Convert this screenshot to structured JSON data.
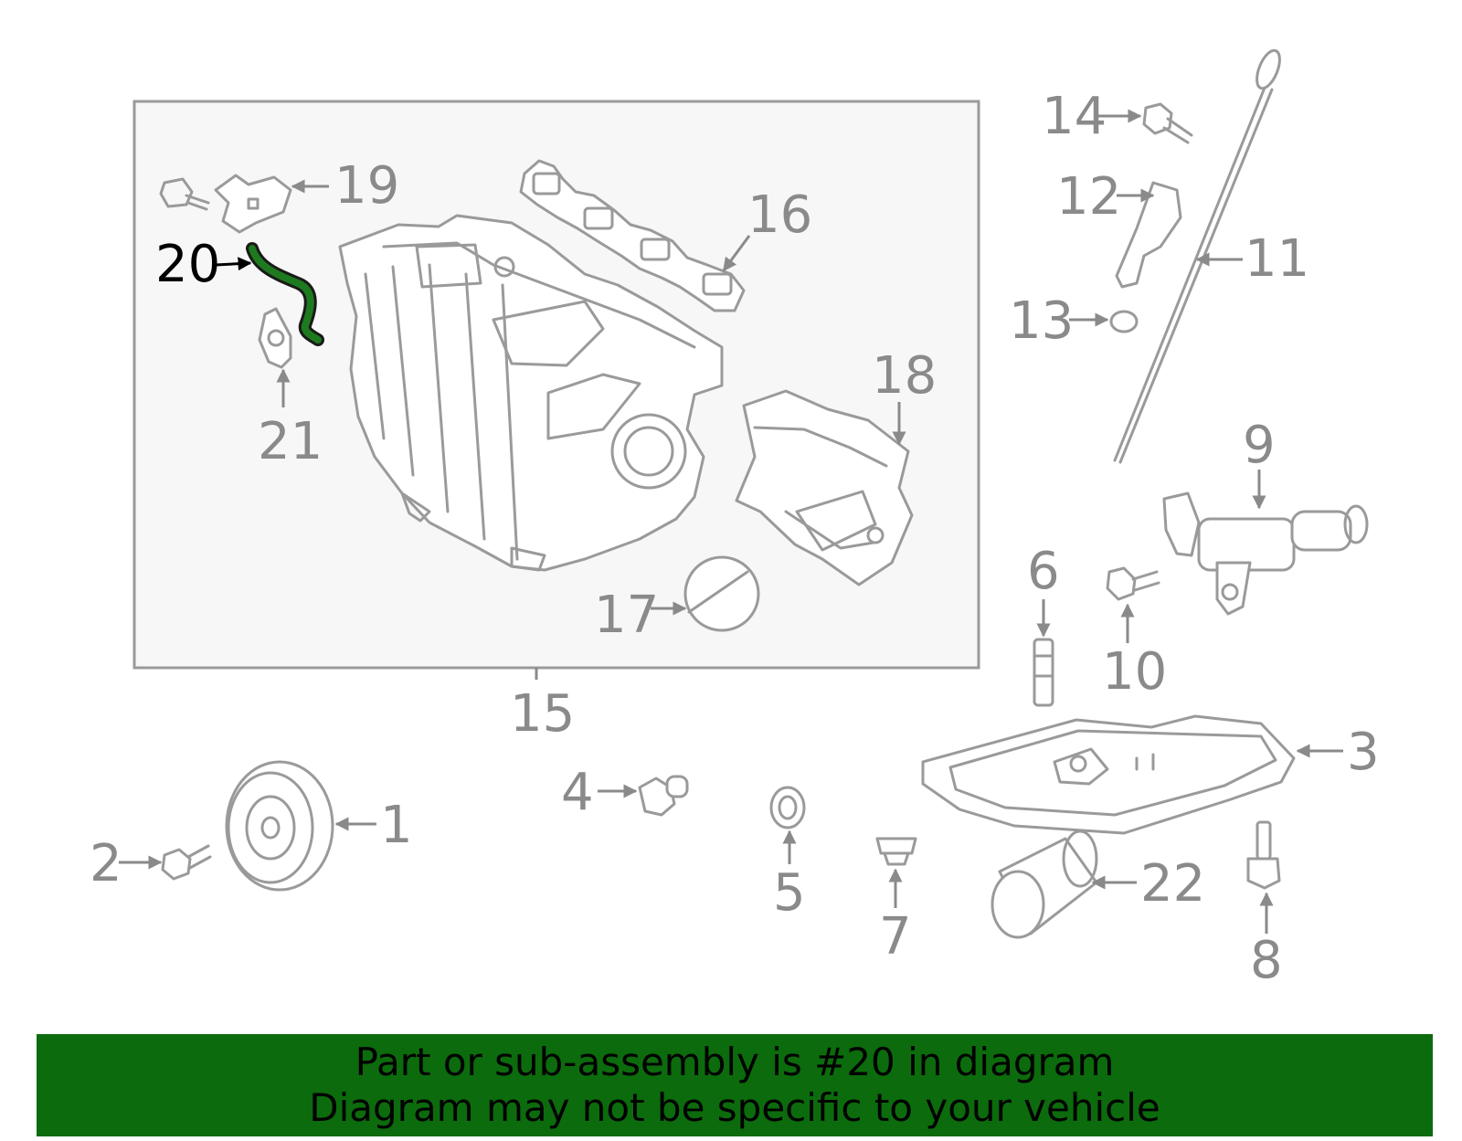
{
  "colors": {
    "banner_bg": "#0c6b0c",
    "highlight_part": "#1e7a1e",
    "outline": "#9a9a9a",
    "label": "#8a8a8a",
    "highlight_label": "#000000",
    "subassembly_box_bg": "#f7f7f7"
  },
  "callouts": {
    "c1": "1",
    "c2": "2",
    "c3": "3",
    "c4": "4",
    "c5": "5",
    "c6": "6",
    "c7": "7",
    "c8": "8",
    "c9": "9",
    "c10": "10",
    "c11": "11",
    "c12": "12",
    "c13": "13",
    "c14": "14",
    "c15": "15",
    "c16": "16",
    "c17": "17",
    "c18": "18",
    "c19": "19",
    "c20": "20",
    "c21": "21",
    "c22": "22"
  },
  "highlighted_callout": "20",
  "banner": {
    "line1": "Part or sub-assembly is #20 in diagram",
    "line2": "Diagram may not be specific to your vehicle"
  }
}
